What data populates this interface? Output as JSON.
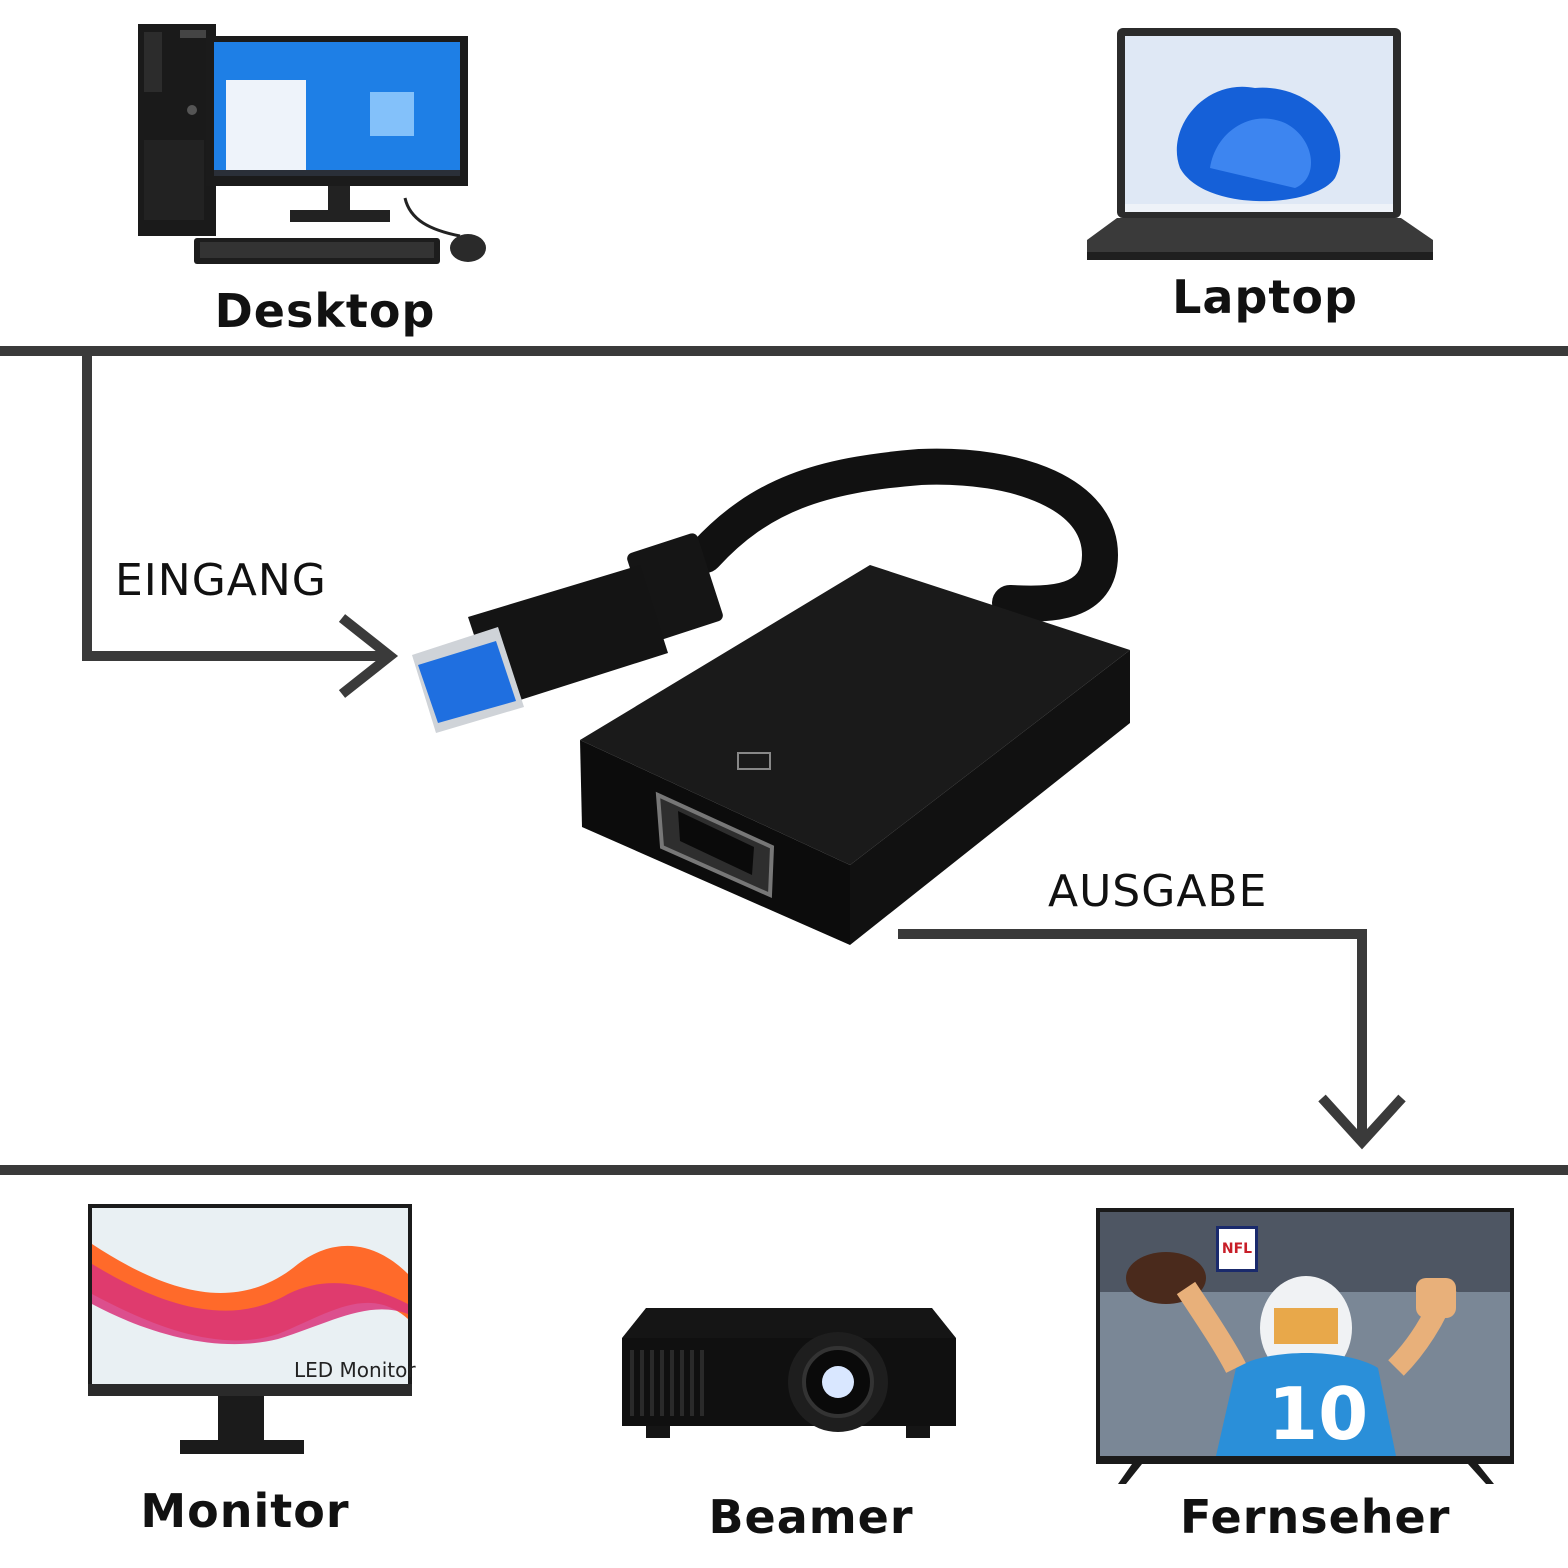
{
  "sources": {
    "desktop_label": "Desktop",
    "laptop_label": "Laptop"
  },
  "flow": {
    "input_label": "EINGANG",
    "output_label": "AUSGABE"
  },
  "devices": {
    "monitor_label": "Monitor",
    "monitor_screen_text": "LED Monitor",
    "beamer_label": "Beamer",
    "tv_label": "Fernseher",
    "tv_badge_text": "NFL",
    "jersey_number": "10"
  },
  "colors": {
    "divider": "#3a3a3a",
    "adapter": "#111111",
    "usb_blue": "#1f6fe0",
    "win_blue": "#1560d8"
  }
}
